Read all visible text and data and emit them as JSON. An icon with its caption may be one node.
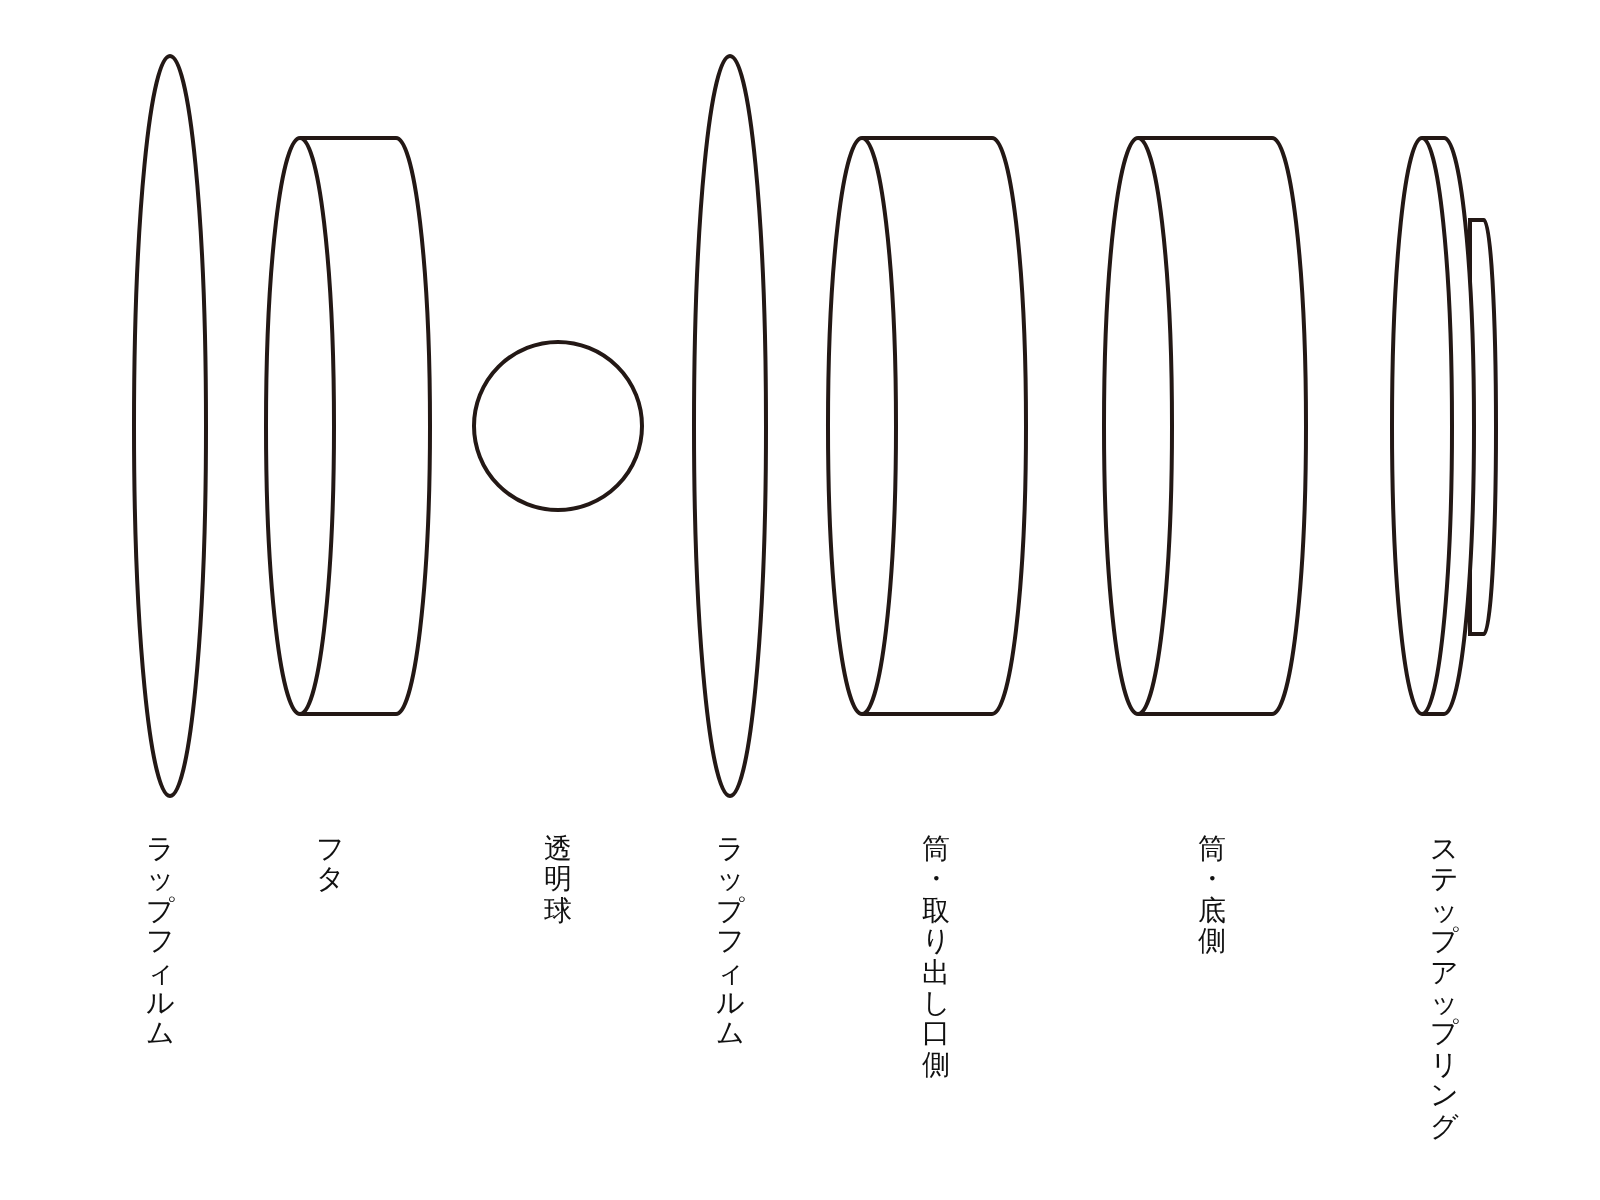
{
  "diagram": {
    "labels": [
      "ラップフィルム",
      "フタ",
      "透明球",
      "ラップフィルム",
      "筒・取り出し口側",
      "筒・底側",
      "ステップアップリング"
    ]
  }
}
